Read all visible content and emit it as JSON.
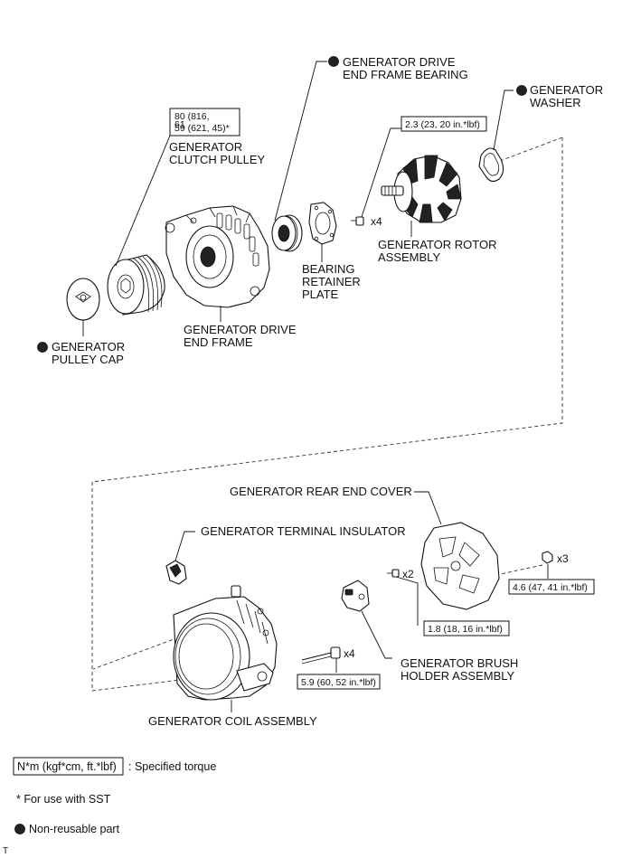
{
  "labels": {
    "drive_end_frame_bearing": [
      "GENERATOR DRIVE",
      "END FRAME BEARING"
    ],
    "generator_washer": [
      "GENERATOR",
      "WASHER"
    ],
    "clutch_pulley": [
      "GENERATOR",
      "CLUTCH  PULLEY"
    ],
    "rotor_assembly": [
      "GENERATOR ROTOR",
      "ASSEMBLY"
    ],
    "bearing_retainer_plate": [
      "BEARING",
      "RETAINER",
      "PLATE"
    ],
    "drive_end_frame": [
      "GENERATOR DRIVE",
      "END FRAME"
    ],
    "pulley_cap": [
      "GENERATOR",
      "PULLEY CAP"
    ],
    "rear_end_cover": "GENERATOR REAR END COVER",
    "terminal_insulator": "GENERATOR TERMINAL INSULATOR",
    "brush_holder": [
      "GENERATOR BRUSH",
      "HOLDER ASSEMBLY"
    ],
    "coil_assembly": "GENERATOR COIL ASSEMBLY"
  },
  "torques": {
    "clutch_pulley": [
      "80 (816,",
      "59 (621, 45)*",
      "61"
    ],
    "rotor_screw": "2.3 (23, 20 in.*lbf)",
    "rear_cover_nut": "4.6 (47, 41 in.*lbf)",
    "brush_holder_screw": "1.8 (18, 16 in.*lbf)",
    "coil_bolt": "5.9 (60, 52 in.*lbf)"
  },
  "quantities": {
    "rotor_screw": "x4",
    "brush_holder_screw": "x2",
    "rear_cover_nut": "x3",
    "coil_bolt": "x4"
  },
  "legend": {
    "torque_box": "N*m (kgf*cm, ft.*lbf)",
    "torque_desc": ": Specified torque",
    "sst_note": "* For use with SST",
    "nonreusable": "Non-reusable part"
  },
  "corner_mark": "T"
}
